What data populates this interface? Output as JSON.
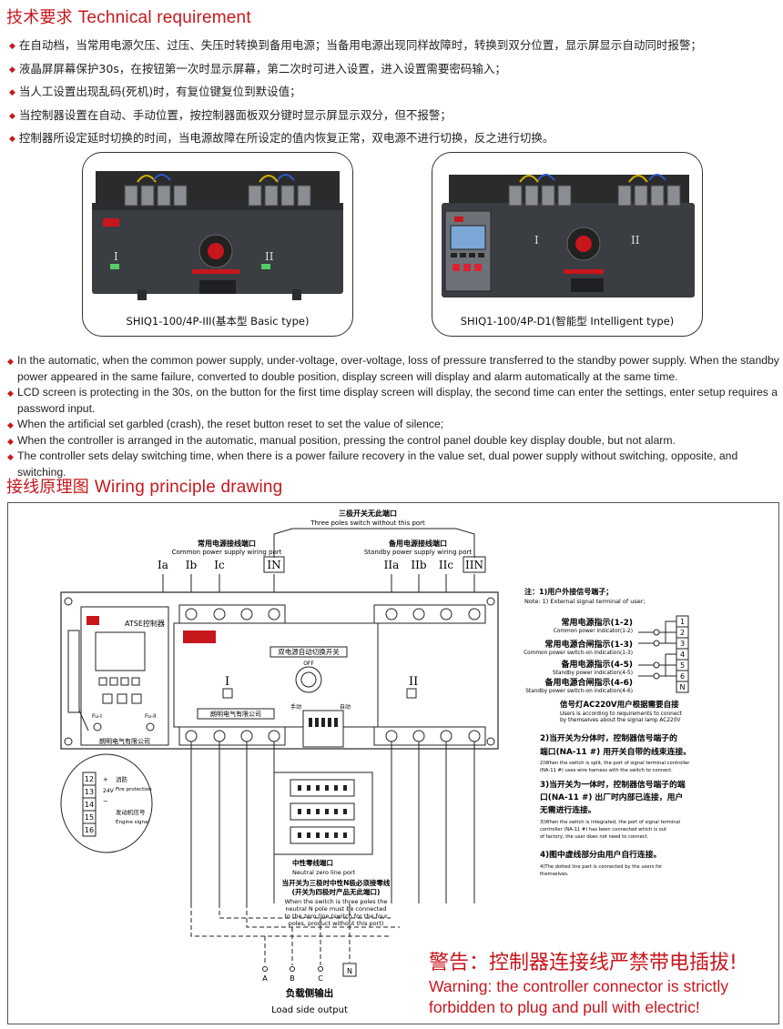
{
  "tech": {
    "title_zh": "技术要求",
    "title_en": "Technical requirement",
    "items_zh": [
      "在自动档，当常用电源欠压、过压、失压时转换到备用电源；当备用电源出现同样故障时，转换到双分位置，显示屏显示自动同时报警；",
      "液晶屏屏幕保护30s，在按钮第一次时显示屏幕，第二次时可进入设置，进入设置需要密码输入；",
      "当人工设置出现乱码(死机)时，有复位键复位到默设值；",
      "当控制器设置在自动、手动位置，按控制器面板双分键时显示屏显示双分，但不报警；",
      "控制器所设定延时切换的时间，当电源故障在所设定的值内恢复正常，双电源不进行切换，反之进行切换。"
    ],
    "items_en": [
      "In the automatic, when the common power supply, under-voltage, over-voltage, loss of pressure transferred to the standby power supply. When the standby power appeared in the same failure, converted to double position, display screen will display and alarm automatically at the same time.",
      "LCD screen is protecting in the 30s, on the button for the first time display screen will display, the second time can enter the settings, enter setup requires a password input.",
      "When the artificial set garbled (crash), the reset button reset to set the value of silence;",
      "When the controller is arranged in the automatic, manual position, pressing the control panel double key display double, but not alarm.",
      "The controller sets delay switching time, when there is a power failure recovery in the value set, dual power supply without switching, opposite, and switching."
    ]
  },
  "products": [
    {
      "caption": "SHIQ1-100/4P-III(基本型 Basic type)"
    },
    {
      "caption": "SHIQ1-100/4P-D1(智能型 Intelligent type)"
    }
  ],
  "wiring": {
    "title_zh": "接线原理图",
    "title_en": "Wiring principle drawing",
    "three_pole_zh": "三极开关无此端口",
    "three_pole_en": "Three poles switch without this port",
    "common_port_zh": "常用电源接线端口",
    "common_port_en": "Common power supply wiring port",
    "standby_port_zh": "备用电源接线端口",
    "standby_port_en": "Standby power supply wiring port",
    "terminals_common": [
      "Ia",
      "Ib",
      "Ic",
      "IN"
    ],
    "terminals_standby": [
      "IIa",
      "IIb",
      "IIc",
      "IIN"
    ],
    "controller_title": "ATSE控制器",
    "controller_company": "朗明电气有限公司",
    "fu_labels": [
      "Fu-I",
      "Fu-II"
    ],
    "switch_label": "双电源自动切换开关",
    "switch_off": "OFF",
    "switch_company": "朗明电气有限公司",
    "manual_label": "手动",
    "auto_label": "自动",
    "pos_I": "I",
    "pos_II": "II",
    "fire_terminals": [
      "12",
      "13",
      "14",
      "15",
      "16"
    ],
    "fire_signs": [
      "+",
      "24V",
      "−"
    ],
    "fire_label_zh": "消防",
    "fire_label_en": "Fire protection",
    "engine_label_zh": "发动机信号",
    "engine_label_en": "Engine signal",
    "neutral_zh": "中性零线端口",
    "neutral_en": "Neutral zero line port",
    "neutral_note_zh_1": "当开关为三极时中性N极必须接零线",
    "neutral_note_zh_2": "(开关为四极时产品无此端口)",
    "neutral_note_en_1": "When the switch is three poles the",
    "neutral_note_en_2": "neutral N pole must be connected",
    "neutral_note_en_3": "to the zero line (switch for the four",
    "neutral_note_en_4": "poles, product without this port)",
    "load_terminals": [
      "A",
      "B",
      "C",
      "N"
    ],
    "load_zh": "负载侧输出",
    "load_en": "Load side output",
    "notes": {
      "n1_zh": "注：1)用户外接信号端子；",
      "n1_en": "Note: 1) External signal terminal of user;",
      "signals": [
        {
          "zh": "常用电源指示(1-2)",
          "en": "Common power indicator(1-2)"
        },
        {
          "zh": "常用电源合闸指示(1-3)",
          "en": "Common power switch-on indication(1-3)"
        },
        {
          "zh": "备用电源指示(4-5)",
          "en": "Standby power indication(4-5)"
        },
        {
          "zh": "备用电源合闸指示(4-6)",
          "en": "Standby power switch-on indication(4-6)"
        }
      ],
      "terminal_numbers": [
        "1",
        "2",
        "3",
        "4",
        "5",
        "6",
        "N"
      ],
      "lamp_zh": "信号灯AC220V用户根据需要自接",
      "lamp_en_1": "Users is according to requirements to connect",
      "lamp_en_2": "by themselves about the signal lamp AC220V",
      "n2_zh_1": "2)当开关为分体时，控制器信号端子的",
      "n2_zh_2": "端口(NA-11 #) 用开关自带的线束连接。",
      "n2_en_1": "2)When the switch is split, the port of signal terminal controller",
      "n2_en_2": "(NA-11 #) uses wire harness with the switch to connect.",
      "n3_zh_1": "3)当开关为一体时，控制器信号端子的端",
      "n3_zh_2": "口(NA-11 #) 出厂时内部已连接，用户",
      "n3_zh_3": "无需进行连接。",
      "n3_en_1": "3)When the switch is integrated, the port of signal terminal",
      "n3_en_2": "controller  (NA-11 #) has been connected which is out",
      "n3_en_3": "of factory, the user does not need to connect.",
      "n4_zh": "4)图中虚线部分由用户自行连接。",
      "n4_en_1": "4)The dotted line part is connected by the users for",
      "n4_en_2": "themselves."
    },
    "warning_zh": "警告：控制器连接线严禁带电插拔!",
    "warning_en_1": "Warning: the controller connector is strictly",
    "warning_en_2": "forbidden to plug and pull with electric!"
  }
}
